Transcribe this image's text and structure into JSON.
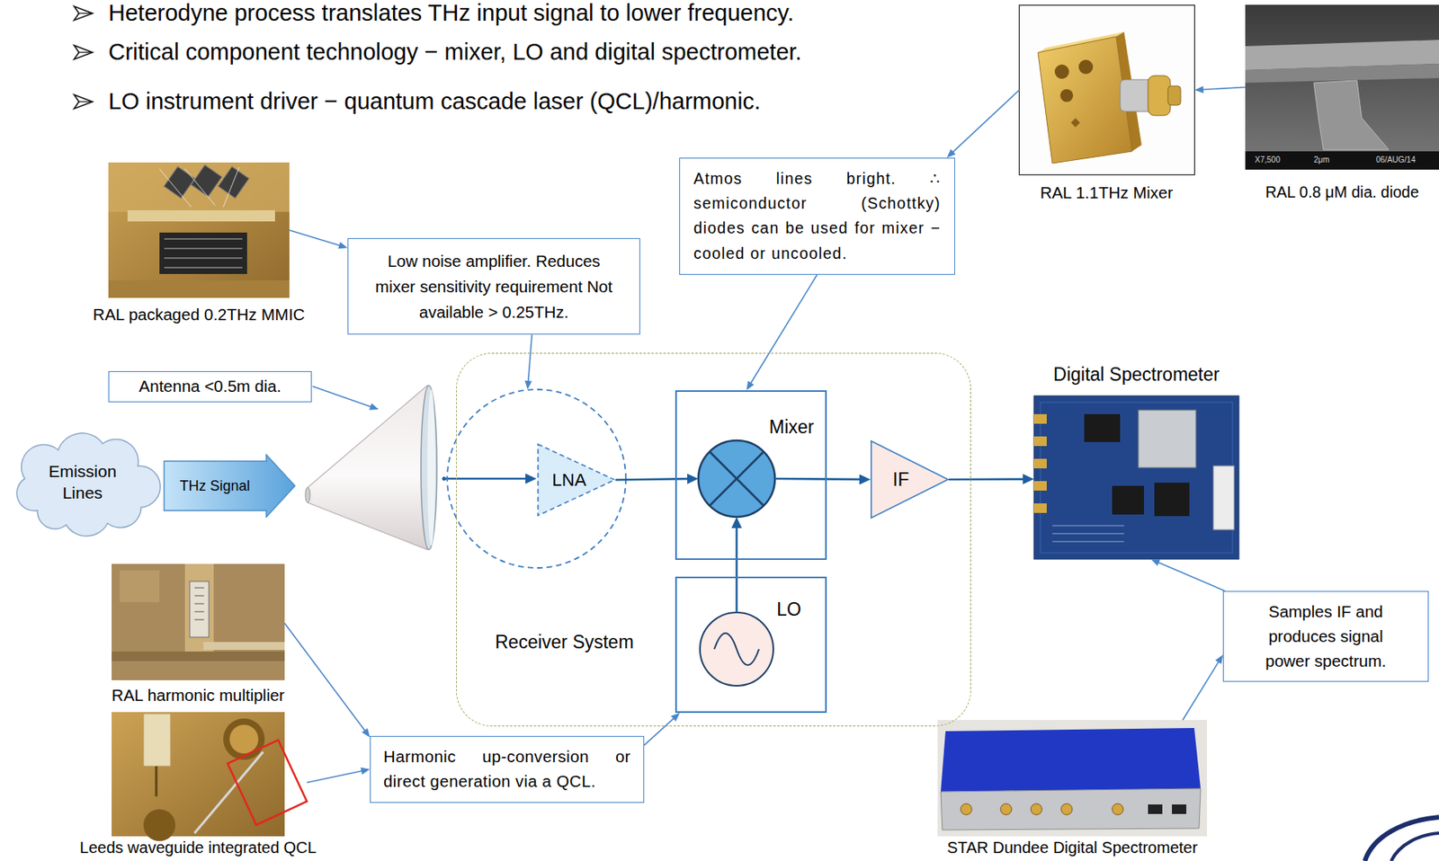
{
  "diagram": {
    "nodes": [
      {
        "text": [
          "RAL 1.1THz Mixer"
        ]
      },
      {
        "text": [
          "RAL 0.8 μM dia. diode"
        ]
      },
      {
        "text": [
          "Atmos lines bright. ∴ semiconductor (Schottky) diodes can be used for mixer − cooled or uncooled."
        ]
      },
      {
        "text": [
          "RAL packaged 0.2THz MMIC"
        ]
      },
      {
        "text": [
          "Low noise amplifier. Reduces mixer sensitivity requirement Not available > 0.25THz."
        ]
      },
      {
        "text": [
          "Antenna <0.5m dia."
        ]
      },
      {
        "text": [
          "Digital Spectrometer"
        ]
      },
      {
        "text": [
          "Emission Lines"
        ]
      },
      {
        "text": [
          "THz Signal"
        ]
      },
      {
        "text": [
          "Receiver System"
        ]
      },
      {
        "text": [
          "LNA"
        ],
        "in": 9
      },
      {
        "text": [
          "Mixer"
        ],
        "in": 9
      },
      {
        "text": [
          "LO"
        ],
        "in": 9
      },
      {
        "text": [
          "IF"
        ],
        "in": 9
      },
      {
        "text": [
          "RAL harmonic multiplier"
        ]
      },
      {
        "text": [
          "Samples IF and produces signal power spectrum."
        ]
      },
      {
        "text": [
          "Leeds waveguide integrated QCL"
        ]
      },
      {
        "text": [
          "Harmonic up-conversion or direct generation via a QCL."
        ]
      },
      {
        "text": [
          "STAR Dundee Digital Spectrometer"
        ]
      }
    ],
    "edges": [
      {
        "from": 1,
        "to": 0,
        "arrow": "to"
      },
      {
        "from": 0,
        "to": 2,
        "arrow": "to"
      },
      {
        "from": 2,
        "to": 11,
        "arrow": "to"
      },
      {
        "from": 3,
        "to": 4,
        "arrow": "to"
      },
      {
        "from": 4,
        "to": 10,
        "arrow": "to"
      },
      {
        "from": 14,
        "to": 17,
        "arrow": "to"
      },
      {
        "from": 16,
        "to": 17,
        "arrow": "to"
      },
      {
        "from": 17,
        "to": 12,
        "arrow": "to"
      },
      {
        "from": 18,
        "to": 15,
        "arrow": "to"
      },
      {
        "from": 15,
        "to": 6,
        "arrow": "to"
      },
      {
        "from": 10,
        "to": 11,
        "arrow": "to"
      },
      {
        "from": 11,
        "to": 13,
        "arrow": "to"
      },
      {
        "from": 13,
        "to": 6,
        "arrow": "to"
      },
      {
        "from": 12,
        "to": 11,
        "arrow": "to"
      }
    ],
    "labels": [
      "Heterodyne process translates THz input signal to lower frequency.",
      "Critical component technology − mixer, LO and digital spectrometer.",
      "LO instrument driver − quantum cascade laser (QCL)/harmonic.",
      "X7,500",
      "2μm",
      "06/AUG/14"
    ]
  }
}
